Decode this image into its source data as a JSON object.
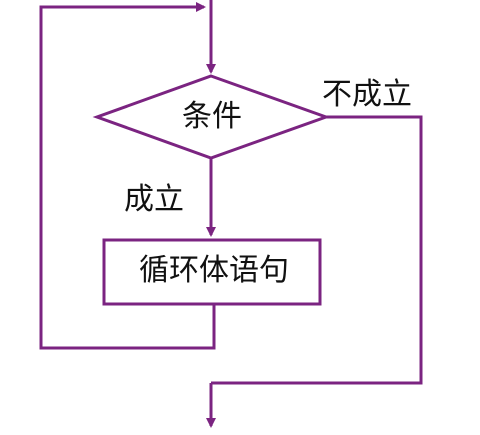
{
  "diagram": {
    "condition_label": "条件",
    "body_label": "循环体语句",
    "true_label": "成立",
    "false_label": "不成立",
    "line_color": "#7b2481",
    "text_color": "#111111"
  }
}
